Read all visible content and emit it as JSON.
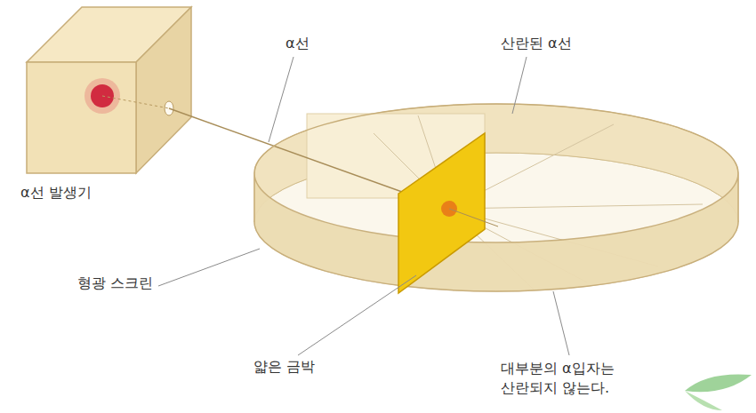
{
  "diagram": {
    "labels": [
      "α선",
      "산란된 α선",
      "α선 발생기",
      "형광 스크린",
      "얇은 금박",
      "대부분의 α입자는 산란되지 않는다."
    ]
  }
}
